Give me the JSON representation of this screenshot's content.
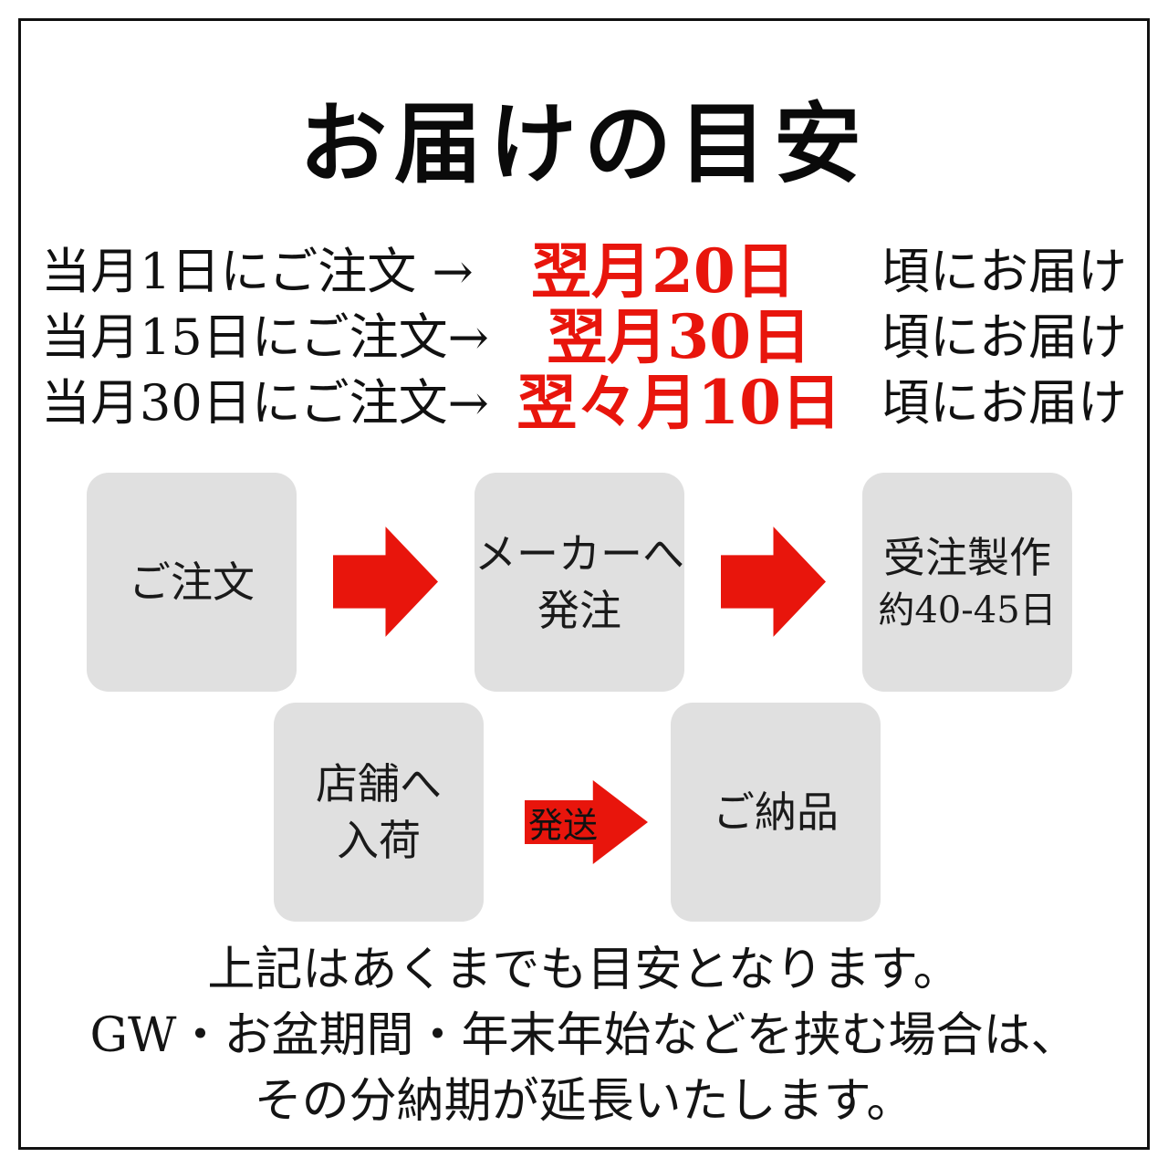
{
  "title": "お届けの目安",
  "colors": {
    "accent_red": "#e8150c",
    "box_gray": "#e0e0e0",
    "frame_black": "#111111"
  },
  "schedule": {
    "rows": [
      {
        "order": "当月1日にご注文 →",
        "delivery": "翌月20日",
        "suffix": "頃にお届け"
      },
      {
        "order": "当月15日にご注文→",
        "delivery": "翌月30日",
        "suffix": "頃にお届け"
      },
      {
        "order": "当月30日にご注文→",
        "delivery": "翌々月10日",
        "suffix": "頃にお届け"
      }
    ]
  },
  "flow": {
    "row1": [
      {
        "lines": [
          "ご注文"
        ]
      },
      {
        "lines": [
          "メーカーへ",
          "発注"
        ]
      },
      {
        "lines": [
          "受注製作",
          "約40-45日"
        ]
      }
    ],
    "row2": [
      {
        "lines": [
          "店舗へ",
          "入荷"
        ]
      },
      {
        "lines": [
          "ご納品"
        ]
      }
    ],
    "ship_arrow_label": "発送"
  },
  "footer": {
    "lines": [
      "上記はあくまでも目安となります。",
      "GW・お盆期間・年末年始などを挟む場合は、",
      "その分納期が延長いたします。"
    ]
  }
}
